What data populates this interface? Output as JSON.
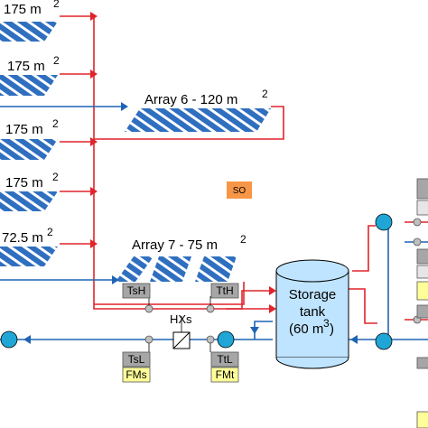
{
  "collector_fields": [
    {
      "area": "175 m",
      "sup": "2"
    },
    {
      "area": "175 m",
      "sup": "2"
    },
    {
      "area": "175 m",
      "sup": "2"
    },
    {
      "area": "175 m",
      "sup": "2"
    },
    {
      "area": "72.5 m",
      "sup": "2"
    }
  ],
  "array6": {
    "label": "Array 6 - 120 m",
    "sup": "2"
  },
  "array7": {
    "label": "Array 7 - 75 m",
    "sup": "2"
  },
  "so_label": "SO",
  "hx_label": "HXs",
  "storage_tank": {
    "line1": "Storage",
    "line2": "tank",
    "line3_prefix": "(60 m",
    "line3_sup": "3",
    "line3_suffix": ")"
  },
  "sensors": {
    "tsh": "TsH",
    "tth": "TtH",
    "tsl": "TsL",
    "ttl": "TtL",
    "fms": "FMs",
    "fmt": "FMt"
  },
  "colors": {
    "hot_pipe": "#e0242b",
    "cold_pipe": "#1f64b4",
    "collector": "#2f6fc0",
    "sensor_box": "#a6a6a6",
    "flow_box": "#ffff99",
    "so_box": "#f79646",
    "tank": "#bfe4ff",
    "pump": "#1fa6d6"
  }
}
